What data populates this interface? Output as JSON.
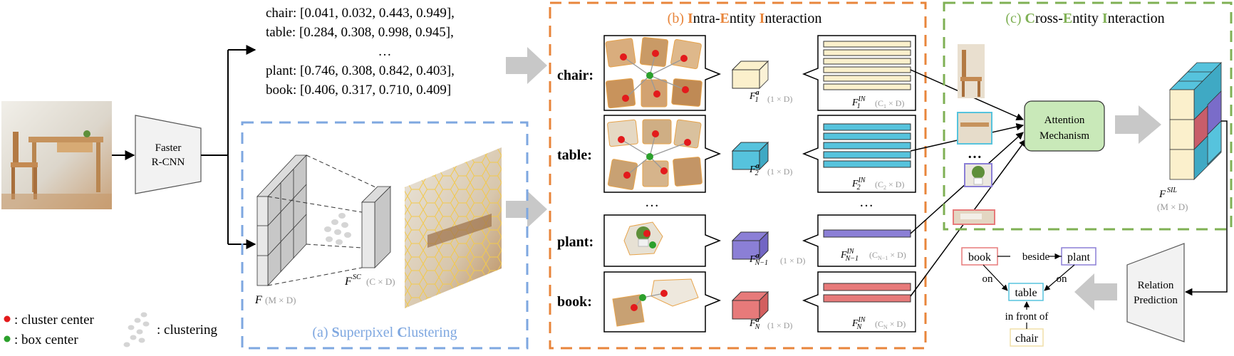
{
  "colors": {
    "blue": "#7ea7e0",
    "orange": "#e8853b",
    "green": "#7fb054",
    "yellow_feat": "#fbf0cc",
    "cyan_feat": "#56c3dd",
    "purple_feat": "#8b7fd6",
    "red_feat": "#e77a7a",
    "attention_fill": "#c9e9b9",
    "gray_text": "#9a9a9a",
    "red_dot": "#e31a1c",
    "green_dot": "#2ca02c"
  },
  "detector": {
    "label_line1": "Faster",
    "label_line2": "R-CNN"
  },
  "detections": [
    "chair: [0.041, 0.032, 0.443, 0.949],",
    "table: [0.284, 0.308, 0.998, 0.945],",
    "…",
    "plant: [0.746, 0.308, 0.842, 0.403],",
    "book: [0.406, 0.317, 0.710, 0.409]"
  ],
  "panel_a": {
    "title_prefix": "(a) ",
    "title_s": "S",
    "title_mid": "uperpixel ",
    "title_c": "C",
    "title_end": "lustering",
    "f_label": "F",
    "f_dim": "(M × D)",
    "fsc_label": "F",
    "fsc_sup": "SC",
    "fsc_dim": "(C × D)"
  },
  "panel_b": {
    "title_prefix": "(b) ",
    "title_i1": "I",
    "title_mid1": "ntra-",
    "title_e": "E",
    "title_mid2": "ntity ",
    "title_i2": "I",
    "title_end": "nteraction",
    "entities": [
      {
        "name": "chair:",
        "fa": "F",
        "fa_sup": "a",
        "fa_sub": "1",
        "fa_dim": "(1 × D)",
        "fin": "F",
        "fin_sup": "IN",
        "fin_sub": "1",
        "fin_dim": "(C",
        "fin_dim_sub": "1",
        "fin_dim_end": " × D)"
      },
      {
        "name": "table:",
        "fa": "F",
        "fa_sup": "a",
        "fa_sub": "2",
        "fa_dim": "(1 × D)",
        "fin": "F",
        "fin_sup": "IN",
        "fin_sub": "2",
        "fin_dim": "(C",
        "fin_dim_sub": "2",
        "fin_dim_end": " × D)"
      },
      {
        "name": "plant:",
        "fa": "F",
        "fa_sup": "a",
        "fa_sub": "N−1",
        "fa_dim": "(1 × D)",
        "fin": "F",
        "fin_sup": "IN",
        "fin_sub": "N−1",
        "fin_dim": "(C",
        "fin_dim_sub": "N−1",
        "fin_dim_end": " × D)"
      },
      {
        "name": "book:",
        "fa": "F",
        "fa_sup": "a",
        "fa_sub": "N",
        "fa_dim": "(1 × D)",
        "fin": "F",
        "fin_sup": "IN",
        "fin_sub": "N",
        "fin_dim": "(C",
        "fin_dim_sub": "N",
        "fin_dim_end": " × D)"
      }
    ],
    "ellipsis": "…"
  },
  "panel_c": {
    "title_prefix": "(c) ",
    "title_c": "C",
    "title_mid1": "ross-",
    "title_e": "E",
    "title_mid2": "ntity ",
    "title_i": "I",
    "title_end": "nteraction",
    "attention_line1": "Attention",
    "attention_line2": "Mechanism",
    "ellipsis": "…",
    "fsil_label": "F",
    "fsil_sup": "SIL",
    "fsil_dim": "(M × D)"
  },
  "relation": {
    "label_line1": "Relation",
    "label_line2": "Prediction"
  },
  "graph": {
    "nodes": {
      "book": "book",
      "plant": "plant",
      "table": "table",
      "chair": "chair"
    },
    "edges": {
      "beside": "beside",
      "on_left": "on",
      "on_right": "on",
      "in_front_of": "in front of"
    }
  },
  "legend": {
    "cluster_center": ": cluster center",
    "box_center": ": box center",
    "clustering": ": clustering"
  }
}
